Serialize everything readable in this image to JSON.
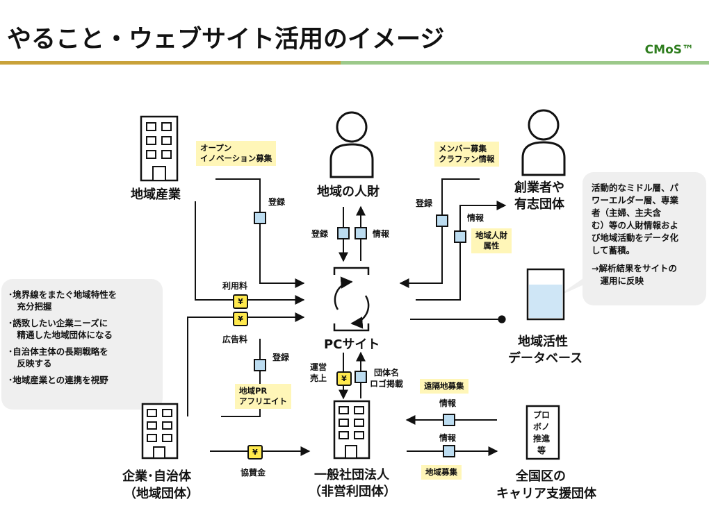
{
  "header": {
    "title": "やること・ウェブサイト活用のイメージ",
    "brand": "CMoS™"
  },
  "nodes": {
    "local_industry": "地域産業",
    "local_talent": "地域の人財",
    "entrepreneurs": [
      "創業者や",
      "有志団体"
    ],
    "pc_site": "PCサイト",
    "database": [
      "地域活性",
      "データベース"
    ],
    "company": [
      "企業･自治体",
      "（地域団体）"
    ],
    "association": [
      "一般社団法人",
      "（非営利団体）"
    ],
    "national": [
      "全国区の",
      "キャリア支援団体"
    ],
    "pro_bono": [
      "プロ",
      "ボノ",
      "推進",
      "等"
    ]
  },
  "notes": {
    "open_innovation": [
      "オープン",
      "イノベーション募集"
    ],
    "member": [
      "メンバー募集",
      "クラファン情報"
    ],
    "talent_attr": [
      "地域人財",
      "属性"
    ],
    "local_pr": [
      "地域PR",
      "アフリエイト"
    ],
    "remote": "遠隔地募集",
    "local_recruit": "地域募集"
  },
  "edge_labels": {
    "register_oi": "登録",
    "register_talent": "登録",
    "info_talent": "情報",
    "register_member": "登録",
    "info_member": "情報",
    "usage_fee": "利用料",
    "ad_fee": "広告料",
    "register_pr": "登録",
    "revenue": [
      "運営",
      "売上"
    ],
    "group_logo": [
      "団体名",
      "ロゴ掲載"
    ],
    "info_remote": "情報",
    "info_local": "情報",
    "sponsorship": "協賛金",
    "yen": "¥"
  },
  "callouts": {
    "left": [
      "･境界線をまたぐ地域特性を",
      "　充分把握",
      "･誘致したい企業ニーズに",
      "　精通した地域団体になる",
      "･自治体主体の長期戦略を",
      "　反映する",
      "･地域産業との連携を視野"
    ],
    "right": [
      "活動的なミドル層、パ",
      "ワーエルダー層、専業",
      "者（主婦、主夫含",
      "む）等の人財情報およ",
      "び地域活動をデータ化",
      "して蓄積。",
      "→解析結果をサイトの",
      "　運用に反映"
    ]
  },
  "colors": {
    "accent_gold": "#c9a23a",
    "accent_green": "#9cc98a",
    "note_bg": "#fff6b8",
    "square_fill": "#bcdcf0",
    "db_fill": "#cfe6f6",
    "yen_fill": "#ffe94d"
  }
}
